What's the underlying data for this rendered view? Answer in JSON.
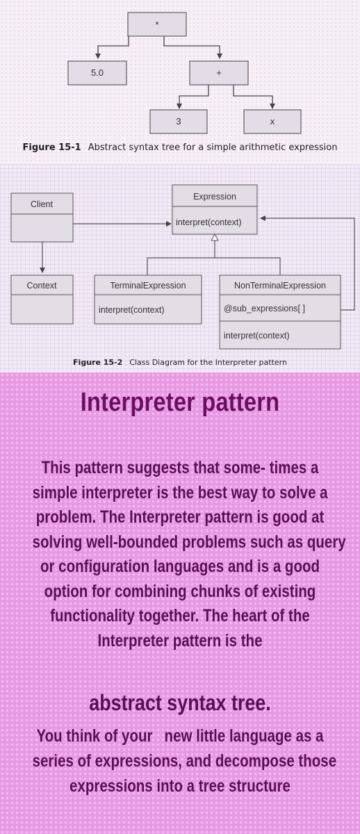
{
  "figure_1": {
    "nodes": {
      "root": "*",
      "left": "5.0",
      "plus": "+",
      "three": "3",
      "x": "x"
    },
    "caption": {
      "number": "Figure 15-1",
      "text": "Abstract syntax tree for a simple arithmetic expression"
    }
  },
  "figure_2": {
    "classes": {
      "client": {
        "name": "Client"
      },
      "context": {
        "name": "Context"
      },
      "expression": {
        "name": "Expression",
        "method": "interpret(context)"
      },
      "terminal": {
        "name": "TerminalExpression",
        "method": "interpret(context)"
      },
      "nonterminal": {
        "name": "NonTerminalExpression",
        "attribute": "@sub_expressions[ ]",
        "method": "interpret(context)"
      }
    },
    "caption": {
      "number": "Figure 15-2",
      "text": "Class Diagram for the Interpreter pattern"
    }
  },
  "text_card": {
    "title": "Interpreter pattern",
    "paragraph_1_lines": [
      "This pattern suggests that some- times a",
      "simple interpreter is the best way to solve a",
      "problem. The Interpreter pattern is good at",
      "solving well-bounded problems such as query",
      "or configuration languages and is a good",
      "option for combining chunks of existing",
      "functionality together. The heart of the",
      "Interpreter pattern is the"
    ],
    "emphasis": "abstract syntax tree.",
    "paragraph_2_lines": [
      "You think of your   new little language as a",
      "series of expressions, and decompose those",
      "expressions into a tree structure"
    ]
  }
}
